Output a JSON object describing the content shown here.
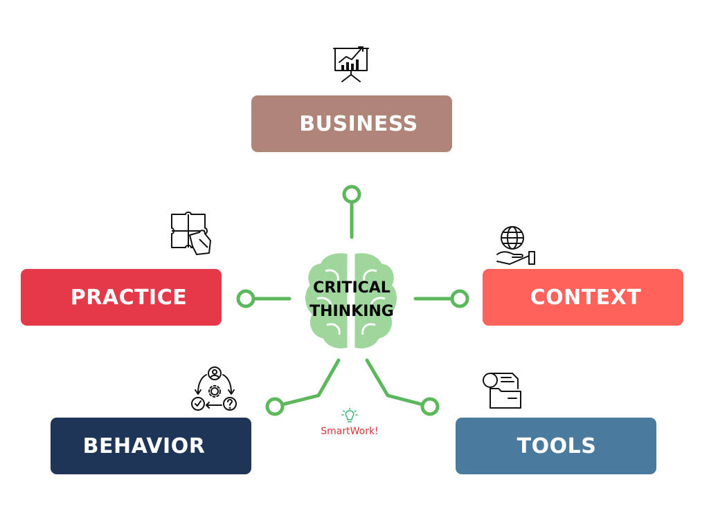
{
  "center": {
    "line1": "CRITICAL",
    "line2": "THINKING",
    "icon": "brain-icon"
  },
  "nodes": {
    "business": {
      "label": "BUSINESS",
      "icon": "presentation-chart-icon",
      "color": "#b08579"
    },
    "practice": {
      "label": "PRACTICE",
      "icon": "puzzle-icon",
      "color": "#e5394a"
    },
    "context": {
      "label": "CONTEXT",
      "icon": "globe-hand-icon",
      "color": "#ff625b"
    },
    "behavior": {
      "label": "BEHAVIOR",
      "icon": "process-cycle-icon",
      "color": "#1f3557"
    },
    "tools": {
      "label": "TOOLS",
      "icon": "folder-search-icon",
      "color": "#4a7b9f"
    }
  },
  "brand": {
    "text": "SmartWork!",
    "icon": "lightbulb-icon"
  },
  "connector_color": "#5cb85c",
  "brain_color": "#9ed69b"
}
